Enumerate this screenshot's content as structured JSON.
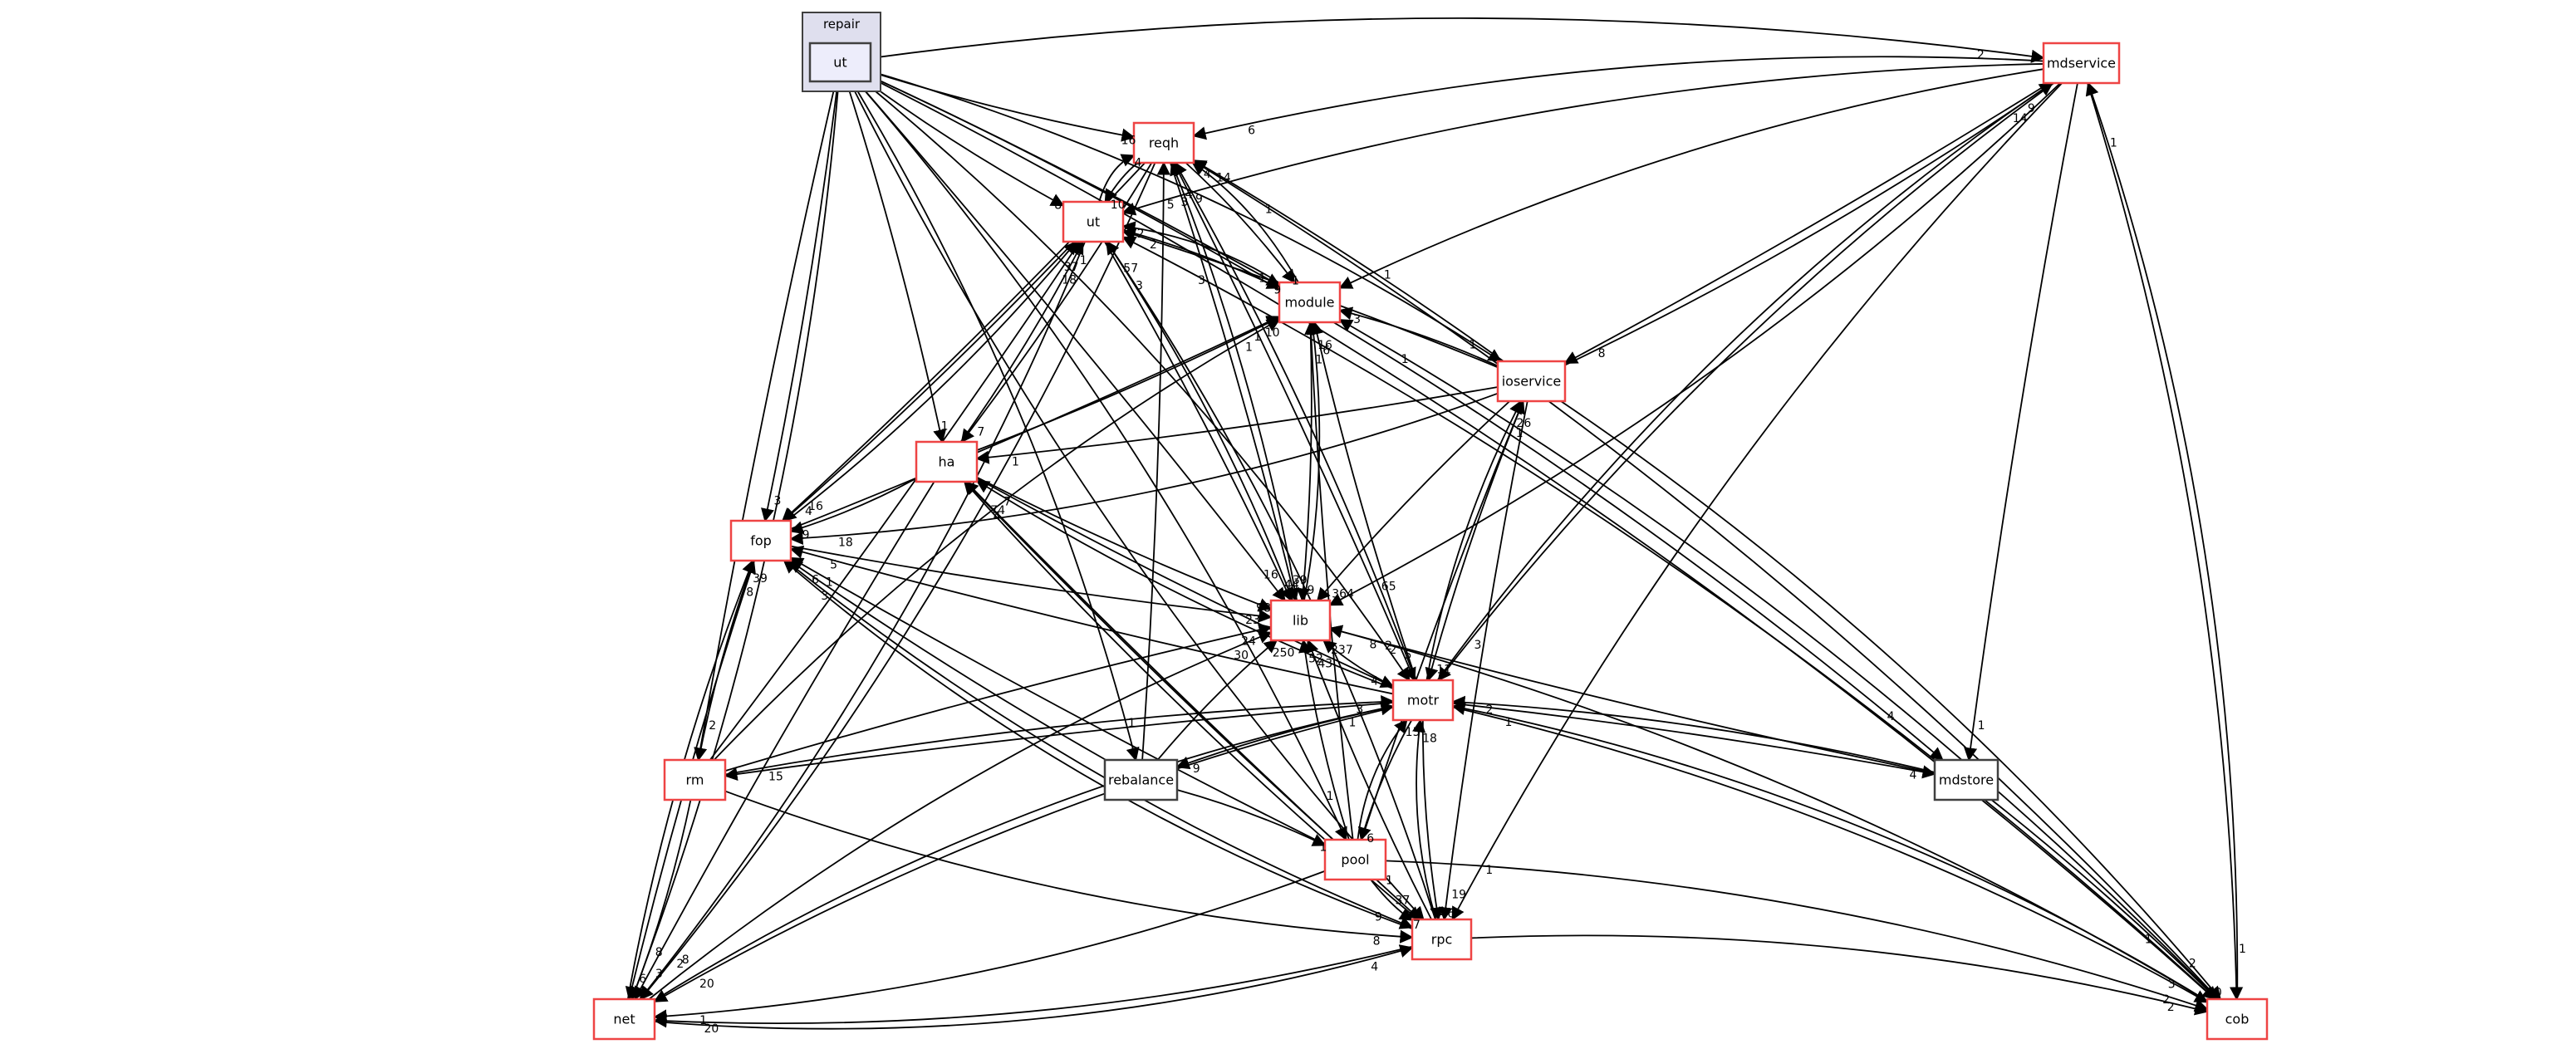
{
  "title": "repair/ut directory dependency graph",
  "cluster": {
    "label": "repair",
    "node": "ut"
  },
  "colors": {
    "node_border": "#ee4444",
    "plain_border": "#404040",
    "cluster_fill": "#dfdfee",
    "self_fill": "#ededfb"
  },
  "nodes": [
    {
      "id": "repair_ut",
      "label": "ut",
      "kind": "self"
    },
    {
      "id": "mdservice",
      "label": "mdservice",
      "kind": "red"
    },
    {
      "id": "reqh",
      "label": "reqh",
      "kind": "red"
    },
    {
      "id": "ut",
      "label": "ut",
      "kind": "red"
    },
    {
      "id": "module",
      "label": "module",
      "kind": "red"
    },
    {
      "id": "ioservice",
      "label": "ioservice",
      "kind": "red"
    },
    {
      "id": "ha",
      "label": "ha",
      "kind": "red"
    },
    {
      "id": "fop",
      "label": "fop",
      "kind": "red"
    },
    {
      "id": "lib",
      "label": "lib",
      "kind": "red"
    },
    {
      "id": "motr",
      "label": "motr",
      "kind": "red"
    },
    {
      "id": "rm",
      "label": "rm",
      "kind": "red"
    },
    {
      "id": "rebalance",
      "label": "rebalance",
      "kind": "plain"
    },
    {
      "id": "mdstore",
      "label": "mdstore",
      "kind": "plain"
    },
    {
      "id": "pool",
      "label": "pool",
      "kind": "red"
    },
    {
      "id": "rpc",
      "label": "rpc",
      "kind": "red"
    },
    {
      "id": "net",
      "label": "net",
      "kind": "red"
    },
    {
      "id": "cob",
      "label": "cob",
      "kind": "red"
    }
  ],
  "edges": [
    {
      "from": "repair_ut",
      "to": "mdservice",
      "label": "2"
    },
    {
      "from": "repair_ut",
      "to": "reqh",
      "label": "16"
    },
    {
      "from": "repair_ut",
      "to": "ut",
      "label": "8"
    },
    {
      "from": "repair_ut",
      "to": "module",
      "label": "1"
    },
    {
      "from": "repair_ut",
      "to": "ioservice",
      "label": "1"
    },
    {
      "from": "repair_ut",
      "to": "ha",
      "label": "1"
    },
    {
      "from": "repair_ut",
      "to": "fop",
      "label": "3"
    },
    {
      "from": "repair_ut",
      "to": "lib",
      "label": "16"
    },
    {
      "from": "repair_ut",
      "to": "motr",
      "label": "2"
    },
    {
      "from": "repair_ut",
      "to": "rm",
      "label": "2"
    },
    {
      "from": "repair_ut",
      "to": "rebalance",
      "label": "1"
    },
    {
      "from": "repair_ut",
      "to": "mdstore",
      "label": "4"
    },
    {
      "from": "repair_ut",
      "to": "pool",
      "label": "1"
    },
    {
      "from": "repair_ut",
      "to": "rpc",
      "label": "1"
    },
    {
      "from": "repair_ut",
      "to": "net",
      "label": "8"
    },
    {
      "from": "repair_ut",
      "to": "cob",
      "label": "1"
    },
    {
      "from": "mdservice",
      "to": "reqh",
      "label": "6"
    },
    {
      "from": "mdservice",
      "to": "ut",
      "label": "3"
    },
    {
      "from": "mdservice",
      "to": "module",
      "label": "1"
    },
    {
      "from": "mdservice",
      "to": "ioservice",
      "label": "8"
    },
    {
      "from": "mdservice",
      "to": "motr",
      "label": "3"
    },
    {
      "from": "mdservice",
      "to": "mdstore",
      "label": "1"
    },
    {
      "from": "mdservice",
      "to": "lib",
      "label": "65"
    },
    {
      "from": "mdservice",
      "to": "cob",
      "label": "1"
    },
    {
      "from": "mdservice",
      "to": "rpc",
      "label": "1"
    },
    {
      "from": "reqh",
      "to": "ut",
      "label": "10"
    },
    {
      "from": "reqh",
      "to": "module",
      "label": "1"
    },
    {
      "from": "reqh",
      "to": "lib",
      "label": "39"
    },
    {
      "from": "reqh",
      "to": "fop",
      "label": "16"
    },
    {
      "from": "reqh",
      "to": "ha",
      "label": "7"
    },
    {
      "from": "reqh",
      "to": "motr",
      "label": "5"
    },
    {
      "from": "reqh",
      "to": "net",
      "label": "8"
    },
    {
      "from": "ut",
      "to": "reqh",
      "label": "4"
    },
    {
      "from": "ut",
      "to": "module",
      "label": "9"
    },
    {
      "from": "ut",
      "to": "lib",
      "label": "44"
    },
    {
      "from": "ut",
      "to": "fop",
      "label": "4"
    },
    {
      "from": "ut",
      "to": "net",
      "label": "2"
    },
    {
      "from": "module",
      "to": "lib",
      "label": "9"
    },
    {
      "from": "module",
      "to": "ut",
      "label": "2"
    },
    {
      "from": "module",
      "to": "reqh",
      "label": "4"
    },
    {
      "from": "ioservice",
      "to": "module",
      "label": "3"
    },
    {
      "from": "ioservice",
      "to": "ut",
      "label": "2"
    },
    {
      "from": "ioservice",
      "to": "reqh",
      "label": "14"
    },
    {
      "from": "ioservice",
      "to": "ha",
      "label": "1"
    },
    {
      "from": "ioservice",
      "to": "fop",
      "label": "18"
    },
    {
      "from": "ioservice",
      "to": "lib",
      "label": "364"
    },
    {
      "from": "ioservice",
      "to": "motr",
      "label": "11"
    },
    {
      "from": "ioservice",
      "to": "rpc",
      "label": "19"
    },
    {
      "from": "ioservice",
      "to": "cob",
      "label": "2"
    },
    {
      "from": "ioservice",
      "to": "mdservice",
      "label": "9"
    },
    {
      "from": "ha",
      "to": "ut",
      "label": "1"
    },
    {
      "from": "ha",
      "to": "module",
      "label": "10"
    },
    {
      "from": "ha",
      "to": "fop",
      "label": "9"
    },
    {
      "from": "ha",
      "to": "lib",
      "label": "98"
    },
    {
      "from": "ha",
      "to": "net",
      "label": "3"
    },
    {
      "from": "ha",
      "to": "rpc",
      "label": "37"
    },
    {
      "from": "ha",
      "to": "motr",
      "label": "4"
    },
    {
      "from": "fop",
      "to": "module",
      "label": "1"
    },
    {
      "from": "fop",
      "to": "lib",
      "label": "23"
    },
    {
      "from": "fop",
      "to": "net",
      "label": "6"
    },
    {
      "from": "fop",
      "to": "rpc",
      "label": "9"
    },
    {
      "from": "fop",
      "to": "ut",
      "label": "37"
    },
    {
      "from": "lib",
      "to": "ut",
      "label": "57"
    },
    {
      "from": "lib",
      "to": "module",
      "label": "16"
    },
    {
      "from": "lib",
      "to": "reqh",
      "label": "4"
    },
    {
      "from": "motr",
      "to": "lib",
      "label": "237"
    },
    {
      "from": "motr",
      "to": "module",
      "label": "6"
    },
    {
      "from": "motr",
      "to": "reqh",
      "label": "9"
    },
    {
      "from": "motr",
      "to": "ioservice",
      "label": "26"
    },
    {
      "from": "motr",
      "to": "fop",
      "label": "5"
    },
    {
      "from": "motr",
      "to": "ha",
      "label": "7"
    },
    {
      "from": "motr",
      "to": "rm",
      "label": "15"
    },
    {
      "from": "motr",
      "to": "rebalance",
      "label": "9"
    },
    {
      "from": "motr",
      "to": "pool",
      "label": "6"
    },
    {
      "from": "motr",
      "to": "rpc",
      "label": "46"
    },
    {
      "from": "motr",
      "to": "net",
      "label": "20"
    },
    {
      "from": "motr",
      "to": "mdstore",
      "label": "4"
    },
    {
      "from": "motr",
      "to": "cob",
      "label": "3"
    },
    {
      "from": "motr",
      "to": "mdservice",
      "label": "14"
    },
    {
      "from": "rm",
      "to": "fop",
      "label": "39"
    },
    {
      "from": "rm",
      "to": "lib",
      "label": "24"
    },
    {
      "from": "rm",
      "to": "ut",
      "label": "18"
    },
    {
      "from": "rm",
      "to": "motr",
      "label": "3"
    },
    {
      "from": "rm",
      "to": "net",
      "label": "2"
    },
    {
      "from": "rm",
      "to": "rpc",
      "label": "8"
    },
    {
      "from": "rm",
      "to": "module",
      "label": "1"
    },
    {
      "from": "rebalance",
      "to": "fop",
      "label": "6"
    },
    {
      "from": "rebalance",
      "to": "lib",
      "label": "250"
    },
    {
      "from": "rebalance",
      "to": "pool",
      "label": "1"
    },
    {
      "from": "rebalance",
      "to": "reqh",
      "label": "5"
    },
    {
      "from": "mdstore",
      "to": "lib",
      "label": "8"
    },
    {
      "from": "mdstore",
      "to": "cob",
      "label": "10"
    },
    {
      "from": "mdstore",
      "to": "motr",
      "label": "2"
    },
    {
      "from": "pool",
      "to": "lib",
      "label": "52"
    },
    {
      "from": "pool",
      "to": "motr",
      "label": "15"
    },
    {
      "from": "pool",
      "to": "rpc",
      "label": "7"
    },
    {
      "from": "pool",
      "to": "ioservice",
      "label": "1"
    },
    {
      "from": "pool",
      "to": "ha",
      "label": "74"
    },
    {
      "from": "pool",
      "to": "fop",
      "label": "1"
    },
    {
      "from": "pool",
      "to": "net",
      "label": "1"
    },
    {
      "from": "pool",
      "to": "module",
      "label": "1"
    },
    {
      "from": "pool",
      "to": "cob",
      "label": "2"
    },
    {
      "from": "rpc",
      "to": "motr",
      "label": "18"
    },
    {
      "from": "rpc",
      "to": "lib",
      "label": "43"
    },
    {
      "from": "rpc",
      "to": "net",
      "label": "20"
    },
    {
      "from": "rpc",
      "to": "fop",
      "label": "3"
    },
    {
      "from": "rpc",
      "to": "ha",
      "label": "4"
    },
    {
      "from": "rpc",
      "to": "ut",
      "label": "3"
    },
    {
      "from": "rpc",
      "to": "cob",
      "label": "2"
    },
    {
      "from": "net",
      "to": "lib",
      "label": "30"
    },
    {
      "from": "net",
      "to": "motr",
      "label": "1"
    },
    {
      "from": "net",
      "to": "fop",
      "label": "8"
    },
    {
      "from": "net",
      "to": "rpc",
      "label": "4"
    },
    {
      "from": "cob",
      "to": "lib",
      "label": "2"
    },
    {
      "from": "cob",
      "to": "ut",
      "label": "3"
    },
    {
      "from": "cob",
      "to": "module",
      "label": "1"
    },
    {
      "from": "cob",
      "to": "reqh",
      "label": "1"
    },
    {
      "from": "cob",
      "to": "mdservice",
      "label": "1"
    },
    {
      "from": "cob",
      "to": "motr",
      "label": "1"
    }
  ]
}
